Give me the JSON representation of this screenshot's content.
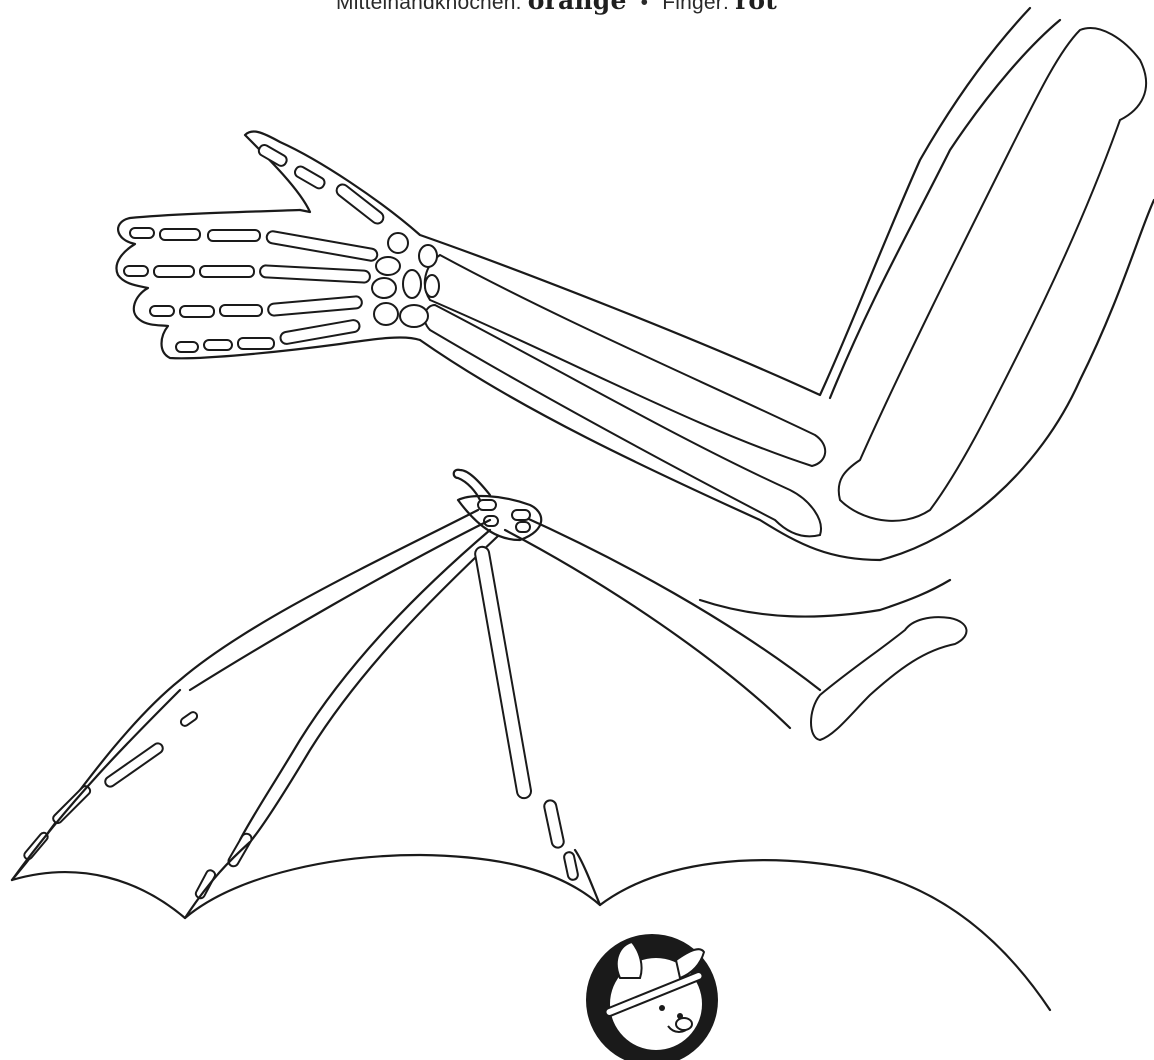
{
  "caption": {
    "metacarpal_label": "Mittelhandknochen:",
    "metacarpal_color": "orange",
    "separator": "•",
    "finger_label": "Finger:",
    "finger_color": "rot"
  },
  "figures": {
    "human_arm": "human-arm-skeleton",
    "bat_wing": "bat-wing-skeleton",
    "logo": "bat-mascot-logo"
  }
}
